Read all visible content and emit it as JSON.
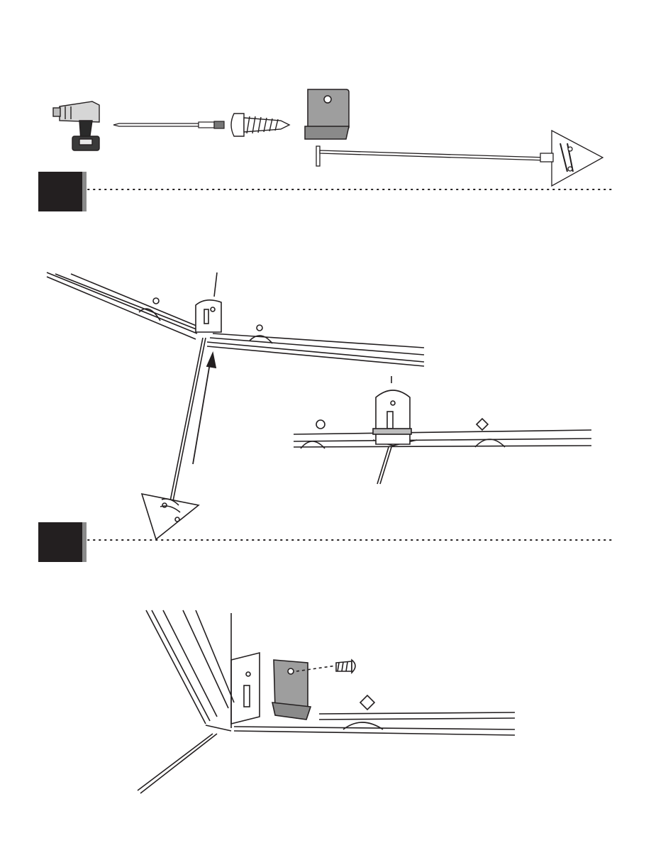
{
  "page": {
    "type": "assembly-instructions",
    "steps": [
      {
        "id": "step-a",
        "number_label": ""
      },
      {
        "id": "step-b",
        "number_label": ""
      }
    ]
  },
  "tools": {
    "items": [
      {
        "name": "cordless-drill"
      },
      {
        "name": "phillips-bit"
      },
      {
        "name": "pan-head-screw"
      },
      {
        "name": "angle-bracket"
      },
      {
        "name": "ground-anchor-rod"
      }
    ]
  },
  "colors": {
    "ink": "#231f20",
    "step_box": "#231f20",
    "bracket_fill": "#9e9e9e"
  }
}
